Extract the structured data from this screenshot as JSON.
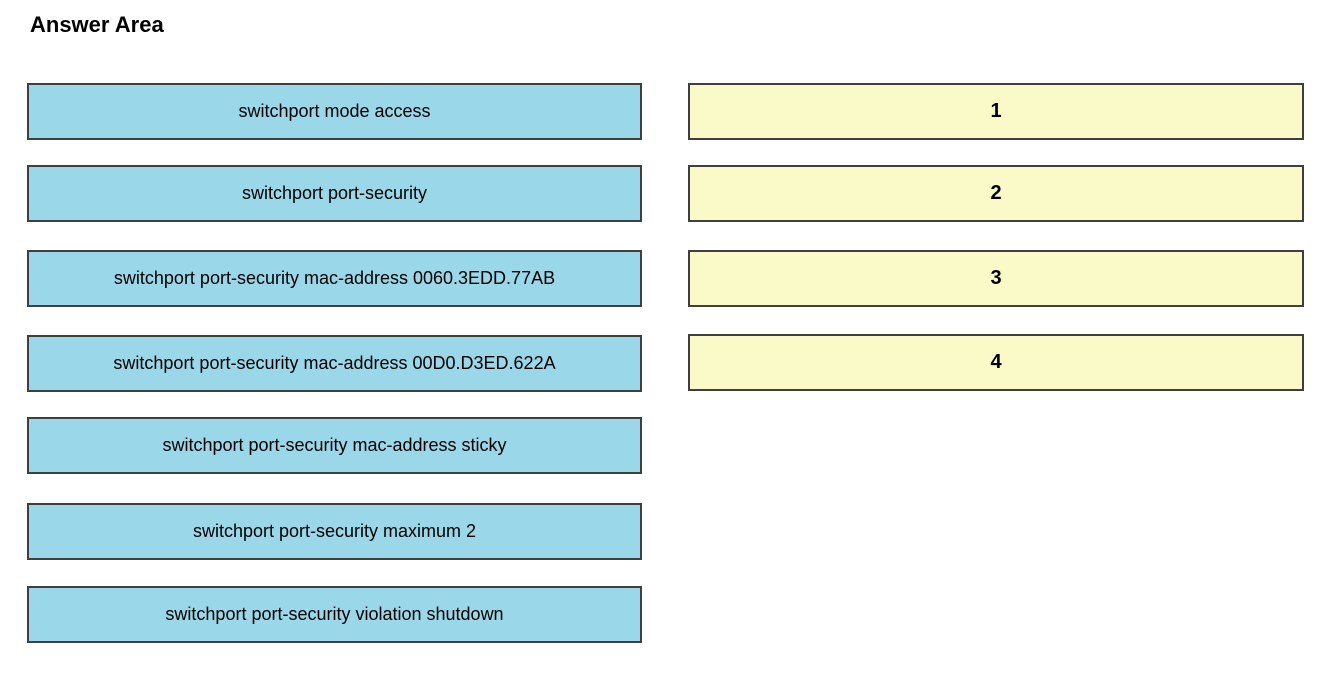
{
  "page": {
    "title": "Answer Area"
  },
  "colors": {
    "command_box_bg": "#9ad8e9",
    "target_box_bg": "#fafac8",
    "box_border": "#3f3f3f",
    "text": "#000000",
    "background": "#ffffff"
  },
  "commands": [
    {
      "label": "switchport mode access"
    },
    {
      "label": "switchport port-security"
    },
    {
      "label": "switchport port-security mac-address 0060.3EDD.77AB"
    },
    {
      "label": "switchport port-security mac-address 00D0.D3ED.622A"
    },
    {
      "label": "switchport port-security mac-address sticky"
    },
    {
      "label": "switchport port-security maximum 2"
    },
    {
      "label": "switchport port-security violation shutdown"
    }
  ],
  "targets": [
    {
      "label": "1"
    },
    {
      "label": "2"
    },
    {
      "label": "3"
    },
    {
      "label": "4"
    }
  ]
}
